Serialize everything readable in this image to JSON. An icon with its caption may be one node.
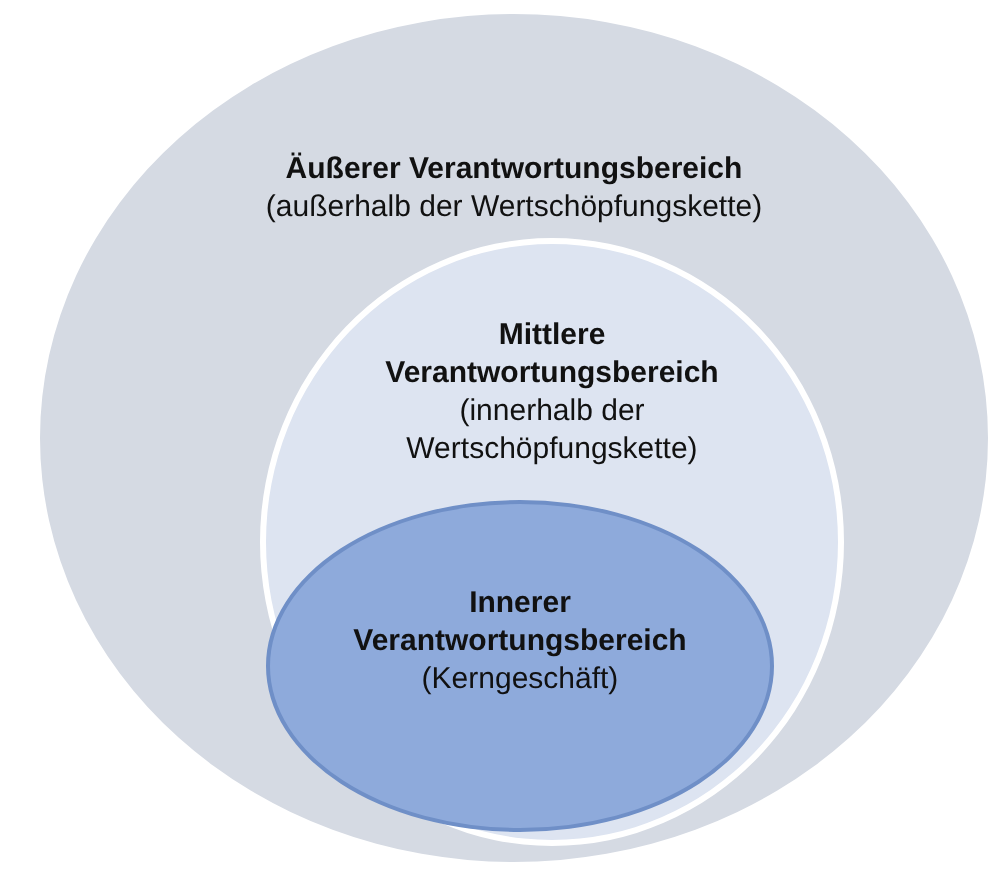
{
  "diagram": {
    "nodes": [
      {
        "text": [
          "Äußerer Verantwortungsbereich",
          "(außerhalb der Wertschöpfungskette)"
        ]
      },
      {
        "text": [
          "Mittlere Verantwortungsbereich",
          "(innerhalb der Wertschöpfungskette)"
        ],
        "in": 0
      },
      {
        "text": [
          "Innerer Verantwortungsbereich",
          "(Kerngeschäft)"
        ],
        "in": 1
      }
    ],
    "edges": []
  }
}
